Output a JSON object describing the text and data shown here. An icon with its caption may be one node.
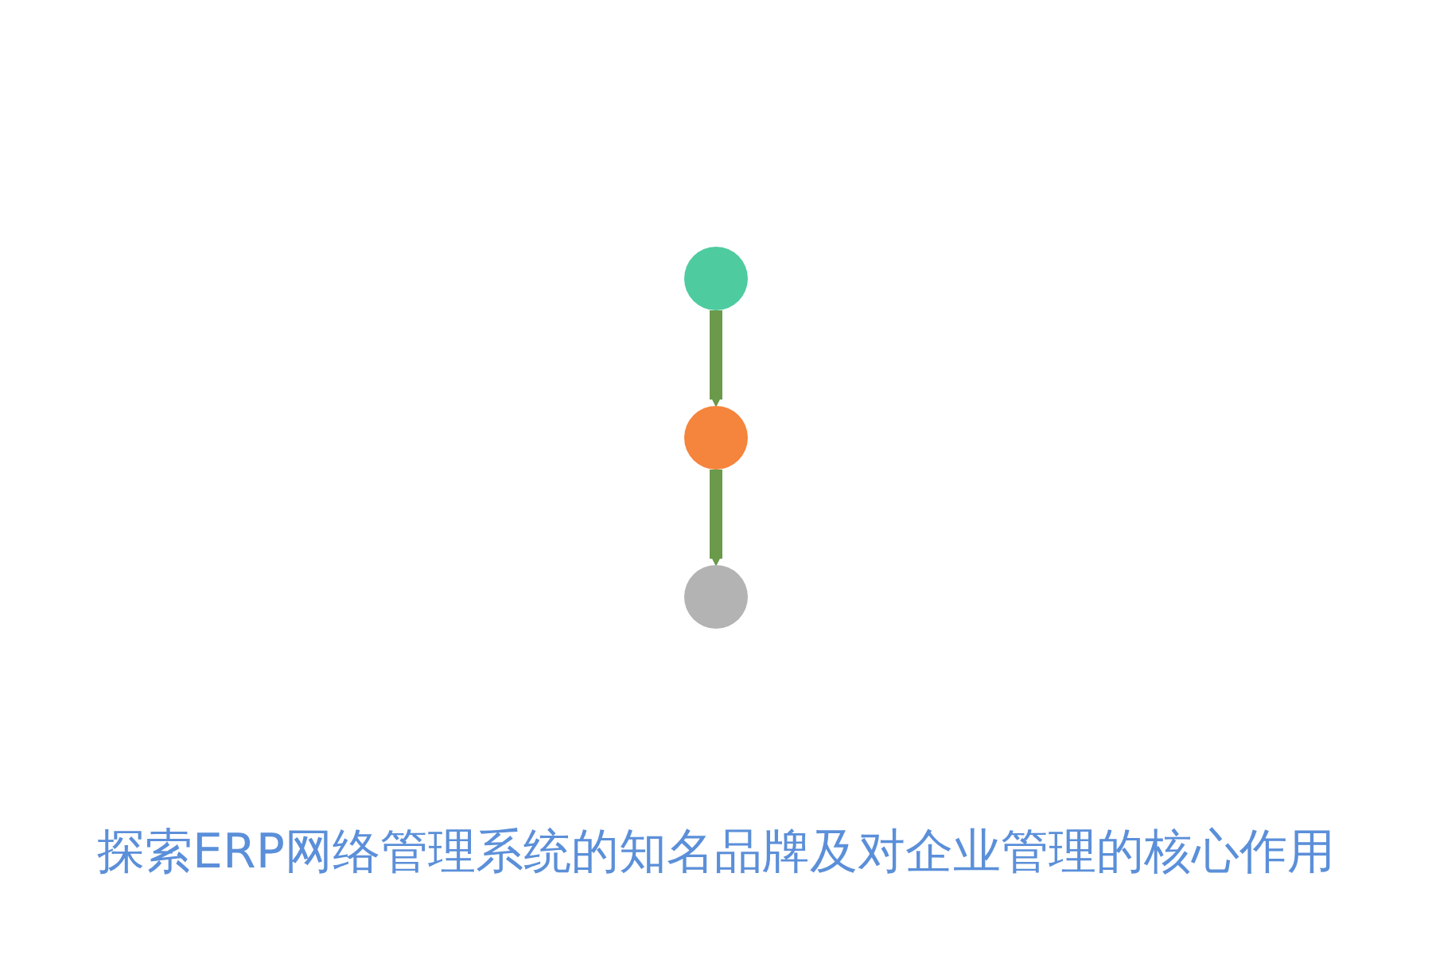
{
  "diagram": {
    "title": "探索ERP网络管理系统的知名品牌及对企业管理的核心作用",
    "nodes": [
      {
        "text": [],
        "shape": "circle"
      },
      {
        "text": [],
        "shape": "circle"
      },
      {
        "text": [],
        "shape": "circle"
      }
    ],
    "edges": [
      {
        "from": 0,
        "to": 1,
        "arrow": "to"
      },
      {
        "from": 1,
        "to": 2,
        "arrow": "to"
      }
    ]
  }
}
